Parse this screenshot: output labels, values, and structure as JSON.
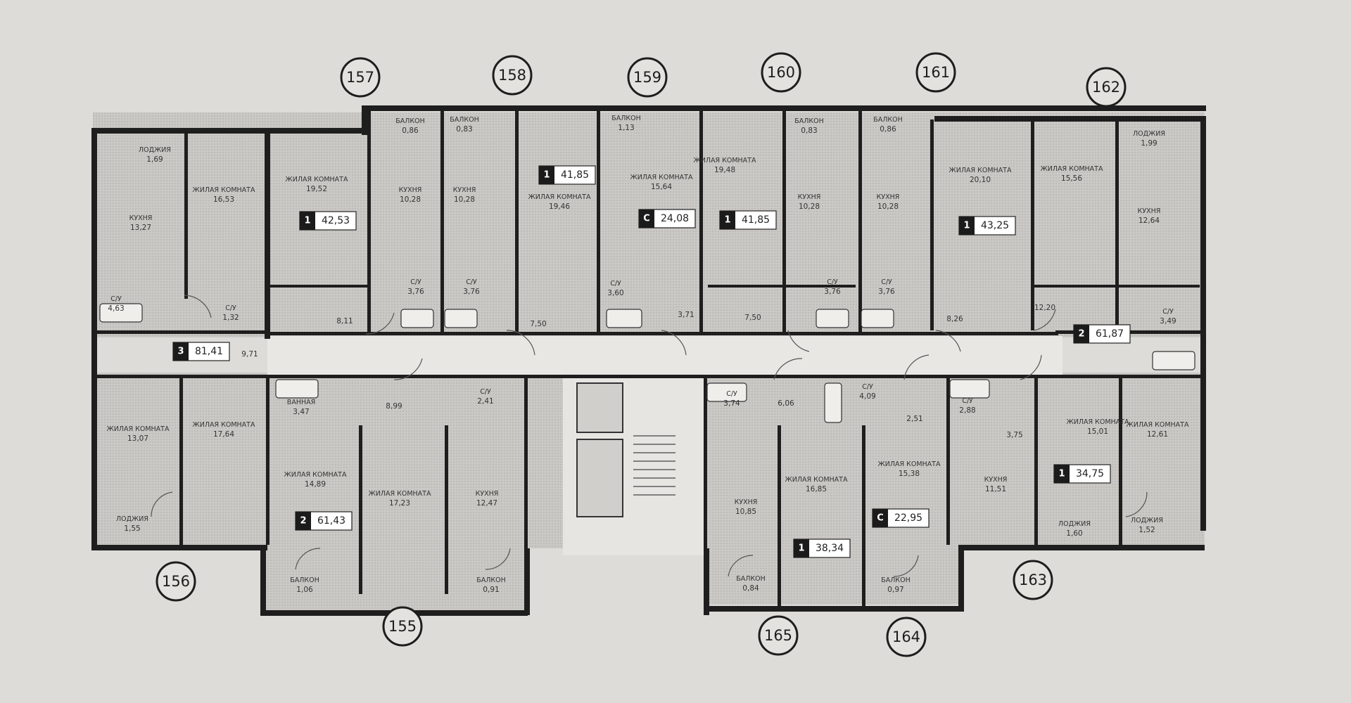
{
  "apartment_numbers": [
    "155",
    "156",
    "157",
    "158",
    "159",
    "160",
    "161",
    "162",
    "163",
    "164",
    "165"
  ],
  "apartment_tags": [
    {
      "id": "t157",
      "type": "1",
      "area": "42,53"
    },
    {
      "id": "t158",
      "type": "1",
      "area": "41,85"
    },
    {
      "id": "t159",
      "type": "C",
      "area": "24,08"
    },
    {
      "id": "t160",
      "type": "1",
      "area": "41,85"
    },
    {
      "id": "t161",
      "type": "1",
      "area": "43,25"
    },
    {
      "id": "t162",
      "type": "2",
      "area": "61,87"
    },
    {
      "id": "t156",
      "type": "3",
      "area": "81,41"
    },
    {
      "id": "t155",
      "type": "2",
      "area": "61,43"
    },
    {
      "id": "t165",
      "type": "1",
      "area": "38,34"
    },
    {
      "id": "t164",
      "type": "C",
      "area": "22,95"
    },
    {
      "id": "t163",
      "type": "1",
      "area": "34,75"
    }
  ],
  "rooms": [
    {
      "id": "r1",
      "label": "ЛОДЖИЯ",
      "value": "1,69"
    },
    {
      "id": "r2",
      "label": "КУХНЯ",
      "value": "13,27"
    },
    {
      "id": "r3",
      "label": "ЖИЛАЯ КОМНАТА",
      "value": "16,53"
    },
    {
      "id": "r4",
      "label": "ЖИЛАЯ КОМНАТА",
      "value": "19,52"
    },
    {
      "id": "r5",
      "label": "БАЛКОН",
      "value": "0,86"
    },
    {
      "id": "r6",
      "label": "БАЛКОН",
      "value": "0,83"
    },
    {
      "id": "r7",
      "label": "КУХНЯ",
      "value": "10,28"
    },
    {
      "id": "r8",
      "label": "КУХНЯ",
      "value": "10,28"
    },
    {
      "id": "r9",
      "label": "ЖИЛАЯ КОМНАТА",
      "value": "19,46"
    },
    {
      "id": "r10",
      "label": "БАЛКОН",
      "value": "1,13"
    },
    {
      "id": "r11",
      "label": "ЖИЛАЯ КОМНАТА",
      "value": "15,64"
    },
    {
      "id": "r12",
      "label": "ЖИЛАЯ КОМНАТА",
      "value": "19,48"
    },
    {
      "id": "r13",
      "label": "БАЛКОН",
      "value": "0,83"
    },
    {
      "id": "r14",
      "label": "БАЛКОН",
      "value": "0,86"
    },
    {
      "id": "r15",
      "label": "КУХНЯ",
      "value": "10,28"
    },
    {
      "id": "r16",
      "label": "КУХНЯ",
      "value": "10,28"
    },
    {
      "id": "r17",
      "label": "ЖИЛАЯ КОМНАТА",
      "value": "20,10"
    },
    {
      "id": "r18",
      "label": "ЖИЛАЯ КОМНАТА",
      "value": "15,56"
    },
    {
      "id": "r19",
      "label": "ЛОДЖИЯ",
      "value": "1,99"
    },
    {
      "id": "r20",
      "label": "КУХНЯ",
      "value": "12,64"
    },
    {
      "id": "r21",
      "label": "С/У",
      "value": "4,63"
    },
    {
      "id": "r22",
      "label": "С/У",
      "value": "1,32"
    },
    {
      "id": "r23",
      "label": "С/У",
      "value": "3,76"
    },
    {
      "id": "r24",
      "label": "С/У",
      "value": "3,76"
    },
    {
      "id": "r25",
      "label": "С/У",
      "value": "3,60"
    },
    {
      "id": "r26",
      "label": "С/У",
      "value": "3,76"
    },
    {
      "id": "r27",
      "label": "С/У",
      "value": "3,76"
    },
    {
      "id": "r28",
      "label": "С/У",
      "value": "3,49"
    },
    {
      "id": "r29",
      "label": "",
      "value": "8,11"
    },
    {
      "id": "r30",
      "label": "",
      "value": "7,50"
    },
    {
      "id": "r31",
      "label": "",
      "value": "3,71"
    },
    {
      "id": "r32",
      "label": "",
      "value": "7,50"
    },
    {
      "id": "r33",
      "label": "",
      "value": "8,26"
    },
    {
      "id": "r34",
      "label": "",
      "value": "12,20"
    },
    {
      "id": "r35",
      "label": "",
      "value": "9,71"
    },
    {
      "id": "r36",
      "label": "ЖИЛАЯ КОМНАТА",
      "value": "13,07"
    },
    {
      "id": "r37",
      "label": "ЛОДЖИЯ",
      "value": "1,55"
    },
    {
      "id": "r38",
      "label": "ЖИЛАЯ КОМНАТА",
      "value": "17,64"
    },
    {
      "id": "r39",
      "label": "ВАННАЯ",
      "value": "3,47"
    },
    {
      "id": "r40",
      "label": "",
      "value": "8,99"
    },
    {
      "id": "r41",
      "label": "С/У",
      "value": "2,41"
    },
    {
      "id": "r42",
      "label": "ЖИЛАЯ КОМНАТА",
      "value": "14,89"
    },
    {
      "id": "r43",
      "label": "ЖИЛАЯ КОМНАТА",
      "value": "17,23"
    },
    {
      "id": "r44",
      "label": "КУХНЯ",
      "value": "12,47"
    },
    {
      "id": "r45",
      "label": "БАЛКОН",
      "value": "1,06"
    },
    {
      "id": "r46",
      "label": "БАЛКОН",
      "value": "0,91"
    },
    {
      "id": "r47",
      "label": "С/У",
      "value": "3,74"
    },
    {
      "id": "r48",
      "label": "",
      "value": "6,06"
    },
    {
      "id": "r49",
      "label": "С/У",
      "value": "4,09"
    },
    {
      "id": "r50",
      "label": "",
      "value": "2,51"
    },
    {
      "id": "r51",
      "label": "С/У",
      "value": "2,88"
    },
    {
      "id": "r52",
      "label": "",
      "value": "3,75"
    },
    {
      "id": "r53",
      "label": "КУХНЯ",
      "value": "10,85"
    },
    {
      "id": "r54",
      "label": "ЖИЛАЯ КОМНАТА",
      "value": "16,85"
    },
    {
      "id": "r55",
      "label": "ЖИЛАЯ КОМНАТА",
      "value": "15,38"
    },
    {
      "id": "r56",
      "label": "КУХНЯ",
      "value": "11,51"
    },
    {
      "id": "r57",
      "label": "ЖИЛАЯ КОМНАТА",
      "value": "15,01"
    },
    {
      "id": "r58",
      "label": "ЖИЛАЯ КОМНАТА",
      "value": "12,61"
    },
    {
      "id": "r59",
      "label": "БАЛКОН",
      "value": "0,84"
    },
    {
      "id": "r60",
      "label": "БАЛКОН",
      "value": "0,97"
    },
    {
      "id": "r61",
      "label": "ЛОДЖИЯ",
      "value": "1,60"
    },
    {
      "id": "r62",
      "label": "ЛОДЖИЯ",
      "value": "1,52"
    }
  ]
}
